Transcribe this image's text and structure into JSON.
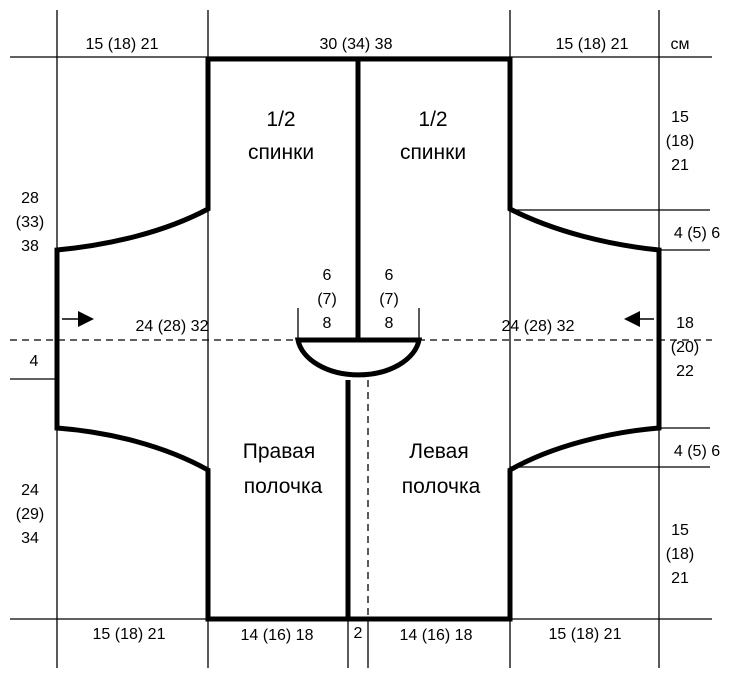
{
  "colors": {
    "ink": "#000000",
    "background": "#ffffff"
  },
  "units": "см",
  "top": {
    "left_shoulder": "15  (18)  21",
    "back_width": "30  (34)  38",
    "right_shoulder": "15  (18)  21"
  },
  "right_side": {
    "upper": [
      "15",
      "(18)",
      "21"
    ],
    "armhole_top": "4  (5)  6",
    "middle": [
      "18",
      "(20)",
      "22"
    ],
    "armhole_bottom": "4  (5)  6",
    "lower": [
      "15",
      "(18)",
      "21"
    ]
  },
  "left_side": {
    "upper": [
      "28",
      "(33)",
      "38"
    ],
    "gap": "4",
    "lower": [
      "24",
      "(29)",
      "34"
    ]
  },
  "middle": {
    "left_arrow_label": "24  (28)  32",
    "right_arrow_label": "24  (28)  32",
    "neck_left": [
      "6",
      "(7)",
      "8"
    ],
    "neck_right": [
      "6",
      "(7)",
      "8"
    ]
  },
  "labels": {
    "back_left": [
      "1/2",
      "спинки"
    ],
    "back_right": [
      "1/2",
      "спинки"
    ],
    "front_right": [
      "Правая",
      "полочка"
    ],
    "front_left": [
      "Левая",
      "полочка"
    ]
  },
  "bottom": {
    "left_shoulder": "15  (18)  21",
    "front_right_width": "14  (16)  18",
    "band": "2",
    "front_left_width": "14  (16)  18",
    "right_shoulder": "15  (18)  21"
  }
}
